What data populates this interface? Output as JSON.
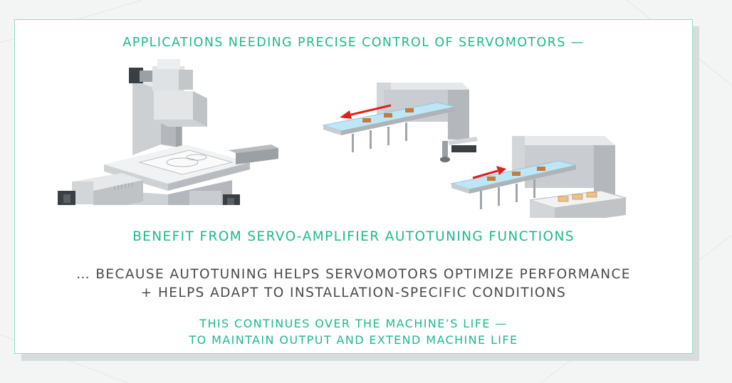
{
  "heading_top": "APPLICATIONS NEEDING PRECISE CONTROL OF SERVOMOTORS —",
  "heading_benefit": "BENEFIT FROM SERVO-AMPLIFIER AUTOTUNING FUNCTIONS",
  "because_line1": "… BECAUSE AUTOTUNING HELPS SERVOMOTORS OPTIMIZE PERFORMANCE",
  "because_line2": "+ HELPS ADAPT TO INSTALLATION-SPECIFIC CONDITIONS",
  "continues_line1": "THIS CONTINUES OVER THE MACHINE’S LIFE —",
  "continues_line2": "TO MAINTAIN OUTPUT AND EXTEND MACHINE LIFE",
  "colors": {
    "accent_teal": "#1fb88e",
    "text_dark": "#4a4a4a",
    "card_border": "#8fdcc3",
    "arrow_red": "#e02020",
    "belt_blue": "#bfe6f5"
  },
  "illustrations": {
    "left": "cnc-milling-machine-with-servomotors",
    "right": "conveyor-pick-and-place-system"
  }
}
